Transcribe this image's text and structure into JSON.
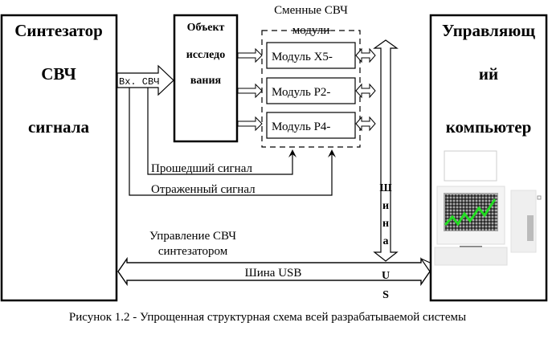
{
  "synthesizer": {
    "lines": [
      "Синтезатор",
      "СВЧ",
      "сигнала"
    ]
  },
  "object": {
    "lines": [
      "Объект",
      "исследо",
      "вания"
    ]
  },
  "input_label": "Вх. СВЧ",
  "modules_group": {
    "title_line1": "Сменные СВЧ",
    "title_line2": "модули"
  },
  "modules": [
    "Модуль X5-",
    "Модуль P2-",
    "Модуль P4-"
  ],
  "signals": {
    "passed": "Прошедший сигнал",
    "reflected": "Отраженный сигнал"
  },
  "bus": {
    "vertical_letters": [
      "Ш",
      "и",
      "н",
      "а"
    ],
    "below_letters": [
      "U",
      "S"
    ]
  },
  "usb": {
    "control_line1": "Управление СВЧ",
    "control_line2": "синтезатором",
    "label": "Шина USB"
  },
  "computer": {
    "lines": [
      "Управляющ",
      "ий",
      "компьютер"
    ],
    "graph_color": "#22dd22"
  },
  "caption": "Рисунок 1.2 - Упрощенная структурная схема всей разрабатываемой системы"
}
